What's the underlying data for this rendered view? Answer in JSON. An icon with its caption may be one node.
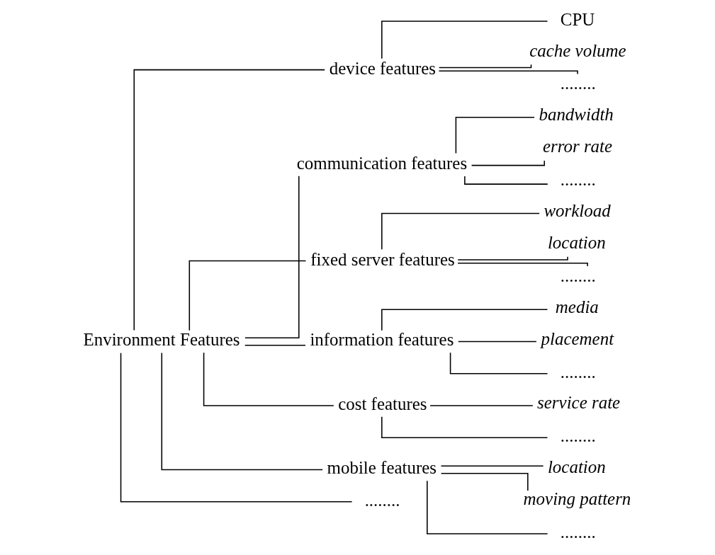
{
  "diagram": {
    "nodes": [
      {
        "text": [
          "Environment Features"
        ]
      },
      {
        "text": [
          "device features"
        ]
      },
      {
        "text": [
          "CPU"
        ]
      },
      {
        "text": [
          "cache volume"
        ]
      },
      {
        "text": [
          "........"
        ]
      },
      {
        "text": [
          "communication features"
        ]
      },
      {
        "text": [
          "bandwidth"
        ]
      },
      {
        "text": [
          "error rate"
        ]
      },
      {
        "text": [
          "........"
        ]
      },
      {
        "text": [
          "fixed server features"
        ]
      },
      {
        "text": [
          "workload"
        ]
      },
      {
        "text": [
          "location"
        ]
      },
      {
        "text": [
          "........"
        ]
      },
      {
        "text": [
          "information features"
        ]
      },
      {
        "text": [
          "media"
        ]
      },
      {
        "text": [
          "placement"
        ]
      },
      {
        "text": [
          "........"
        ]
      },
      {
        "text": [
          "cost features"
        ]
      },
      {
        "text": [
          "service rate"
        ]
      },
      {
        "text": [
          "........"
        ]
      },
      {
        "text": [
          "mobile features"
        ]
      },
      {
        "text": [
          "location"
        ]
      },
      {
        "text": [
          "moving pattern"
        ]
      },
      {
        "text": [
          "........"
        ]
      },
      {
        "text": [
          "........"
        ]
      }
    ],
    "edges": [
      {
        "from": 0,
        "to": 1,
        "arrow": "none"
      },
      {
        "from": 1,
        "to": 2,
        "arrow": "none"
      },
      {
        "from": 1,
        "to": 3,
        "arrow": "none"
      },
      {
        "from": 1,
        "to": 4,
        "arrow": "none"
      },
      {
        "from": 0,
        "to": 5,
        "arrow": "none"
      },
      {
        "from": 5,
        "to": 6,
        "arrow": "none"
      },
      {
        "from": 5,
        "to": 7,
        "arrow": "none"
      },
      {
        "from": 5,
        "to": 8,
        "arrow": "none"
      },
      {
        "from": 0,
        "to": 9,
        "arrow": "none"
      },
      {
        "from": 9,
        "to": 10,
        "arrow": "none"
      },
      {
        "from": 9,
        "to": 11,
        "arrow": "none"
      },
      {
        "from": 9,
        "to": 12,
        "arrow": "none"
      },
      {
        "from": 0,
        "to": 13,
        "arrow": "none"
      },
      {
        "from": 13,
        "to": 14,
        "arrow": "none"
      },
      {
        "from": 13,
        "to": 15,
        "arrow": "none"
      },
      {
        "from": 13,
        "to": 16,
        "arrow": "none"
      },
      {
        "from": 0,
        "to": 17,
        "arrow": "none"
      },
      {
        "from": 17,
        "to": 18,
        "arrow": "none"
      },
      {
        "from": 17,
        "to": 19,
        "arrow": "none"
      },
      {
        "from": 0,
        "to": 20,
        "arrow": "none"
      },
      {
        "from": 20,
        "to": 21,
        "arrow": "none"
      },
      {
        "from": 20,
        "to": 22,
        "arrow": "none"
      },
      {
        "from": 20,
        "to": 23,
        "arrow": "none"
      },
      {
        "from": 0,
        "to": 24,
        "arrow": "none"
      }
    ]
  }
}
